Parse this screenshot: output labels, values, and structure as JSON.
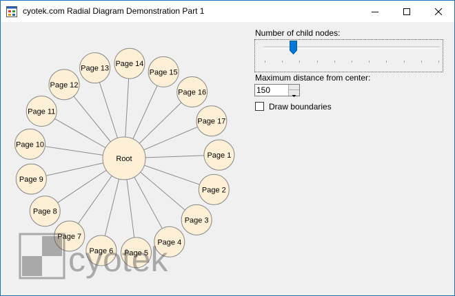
{
  "window": {
    "title": "cyotek.com Radial Diagram Demonstration Part 1"
  },
  "controls": {
    "child_nodes_label": "Number of child nodes:",
    "slider_value": 17,
    "distance_label": "Maximum distance from center:",
    "distance_value": "150",
    "draw_boundaries_label": "Draw boundaries",
    "draw_boundaries_checked": false
  },
  "diagram": {
    "root_label": "Root",
    "nodes": [
      "Page 1",
      "Page 2",
      "Page 3",
      "Page 4",
      "Page 5",
      "Page 6",
      "Page 7",
      "Page 8",
      "Page 9",
      "Page 10",
      "Page 11",
      "Page 12",
      "Page 13",
      "Page 14",
      "Page 15",
      "Page 16",
      "Page 17"
    ]
  },
  "watermark": {
    "text": "cyotek"
  },
  "colors": {
    "node_fill": "#fdf0d6",
    "node_stroke": "#8a8a8a",
    "line": "#8a8a8a",
    "accent": "#0078d7"
  }
}
